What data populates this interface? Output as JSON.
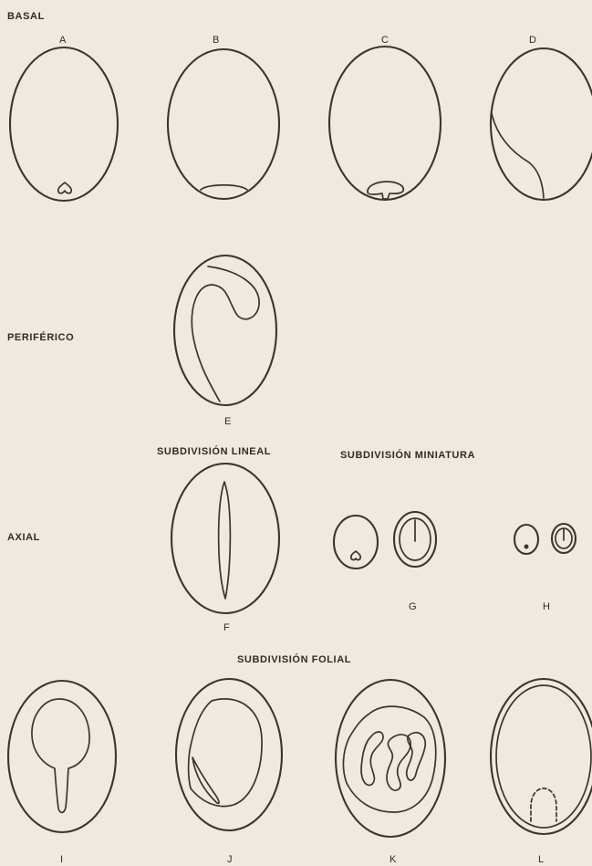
{
  "sections": {
    "basal": "BASAL",
    "periferico": "PERIFÉRICO",
    "axial": "AXIAL",
    "subdivision_lineal": "SUBDIVISIÓN LINEAL",
    "subdivision_miniatura": "SUBDIVISIÓN MINIATURA",
    "subdivision_folial": "SUBDIVISIÓN FOLIAL"
  },
  "panels": {
    "A": "A",
    "B": "B",
    "C": "C",
    "D": "D",
    "E": "E",
    "F": "F",
    "G": "G",
    "H": "H",
    "I": "I",
    "J": "J",
    "K": "K",
    "L": "L"
  }
}
